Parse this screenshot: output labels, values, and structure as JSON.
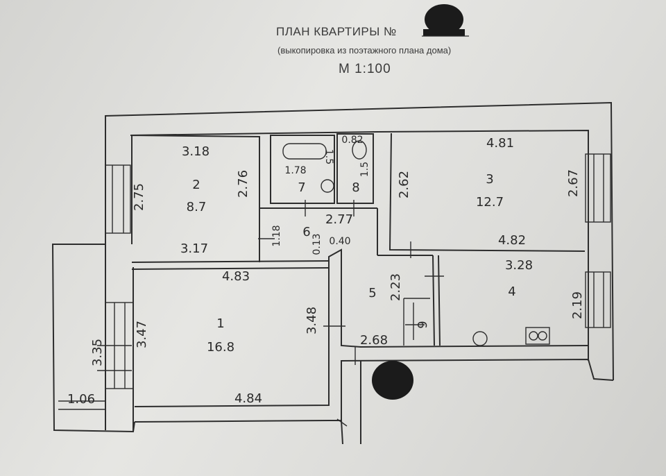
{
  "header": {
    "title": "ПЛАН КВАРТИРЫ №",
    "subtitle": "(выкопировка из поэтажного плана дома)",
    "scale": "М 1:100"
  },
  "rooms": [
    {
      "id": "1",
      "area": "16.8"
    },
    {
      "id": "2",
      "area": "8.7"
    },
    {
      "id": "3",
      "area": "12.7"
    },
    {
      "id": "4",
      "area": ""
    },
    {
      "id": "5",
      "area": ""
    },
    {
      "id": "6",
      "area": ""
    },
    {
      "id": "7",
      "area": ""
    },
    {
      "id": "8",
      "area": ""
    },
    {
      "id": "9",
      "area": ""
    }
  ],
  "dimensions": {
    "r2_top": "3.18",
    "r2_left": "2.75",
    "r2_right": "2.76",
    "r2_bottom": "3.17",
    "r7_width": "1.78",
    "r7_height": "1.5",
    "r8_width": "0.82",
    "r8_height": "1.5",
    "r6_length": "2.77",
    "r6_height": "1.18",
    "r6_a": "0.13",
    "r6_b": "0.40",
    "r3_top": "4.81",
    "r3_left": "2.62",
    "r3_right": "2.67",
    "r3_bottom": "4.82",
    "r1_top": "4.83",
    "r1_left": "3.47",
    "r1_right": "3.48",
    "r1_bottom": "4.84",
    "loggia_height": "3.35",
    "loggia_width": "1.06",
    "r4_top": "3.28",
    "r4_right": "2.19",
    "r5_width": "2.68",
    "r5_height": "2.23"
  }
}
